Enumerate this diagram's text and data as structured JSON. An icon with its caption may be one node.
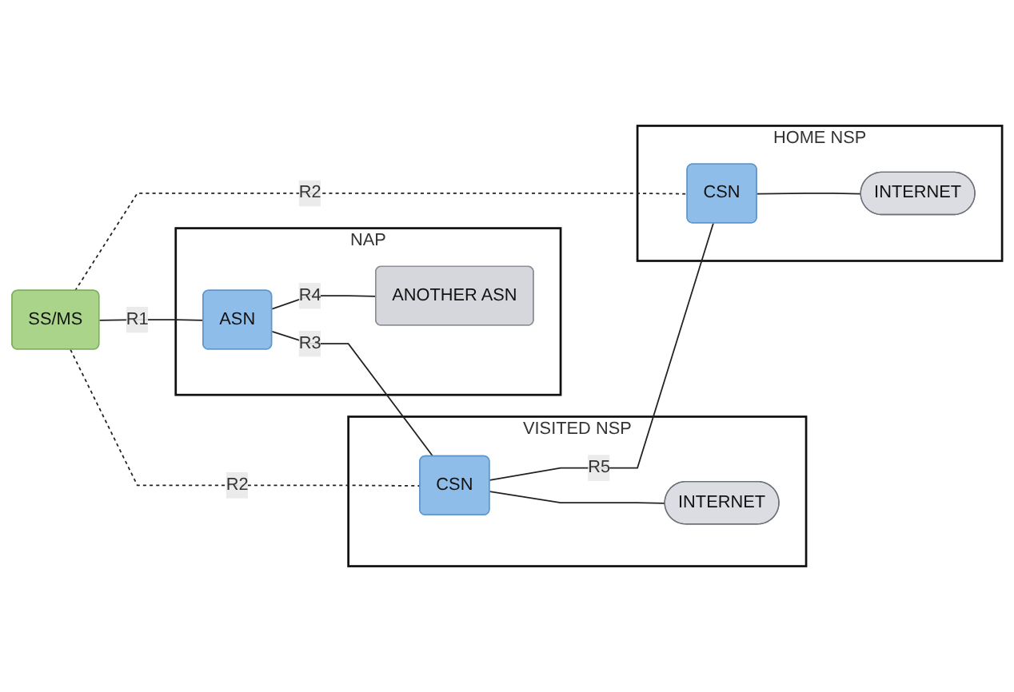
{
  "diagram": {
    "nodes": [
      {
        "text": [
          "SS/MS"
        ]
      },
      {
        "text": [
          "NAP"
        ]
      },
      {
        "text": [
          "ASN"
        ],
        "in": 1
      },
      {
        "text": [
          "ANOTHER ASN"
        ],
        "in": 1
      },
      {
        "text": [
          "VISITED NSP"
        ]
      },
      {
        "text": [
          "CSN"
        ],
        "in": 4
      },
      {
        "text": [
          "INTERNET"
        ],
        "in": 4
      },
      {
        "text": [
          "HOME NSP"
        ]
      },
      {
        "text": [
          "CSN"
        ],
        "in": 7
      },
      {
        "text": [
          "INTERNET"
        ],
        "in": 7
      }
    ],
    "edges": [
      {
        "from": 0,
        "to": 2,
        "arrow": "none",
        "label": "R1"
      },
      {
        "from": 2,
        "to": 3,
        "arrow": "none",
        "label": "R4"
      },
      {
        "from": 2,
        "to": 5,
        "arrow": "none",
        "label": "R3"
      },
      {
        "from": 5,
        "to": 6,
        "arrow": "none"
      },
      {
        "from": 5,
        "to": 8,
        "arrow": "none",
        "label": "R5"
      },
      {
        "from": 8,
        "to": 9,
        "arrow": "none"
      },
      {
        "from": 0,
        "to": 5,
        "arrow": "none",
        "label": "R2",
        "style": "dashed"
      },
      {
        "from": 0,
        "to": 8,
        "arrow": "none",
        "label": "R2",
        "style": "dashed"
      }
    ]
  }
}
